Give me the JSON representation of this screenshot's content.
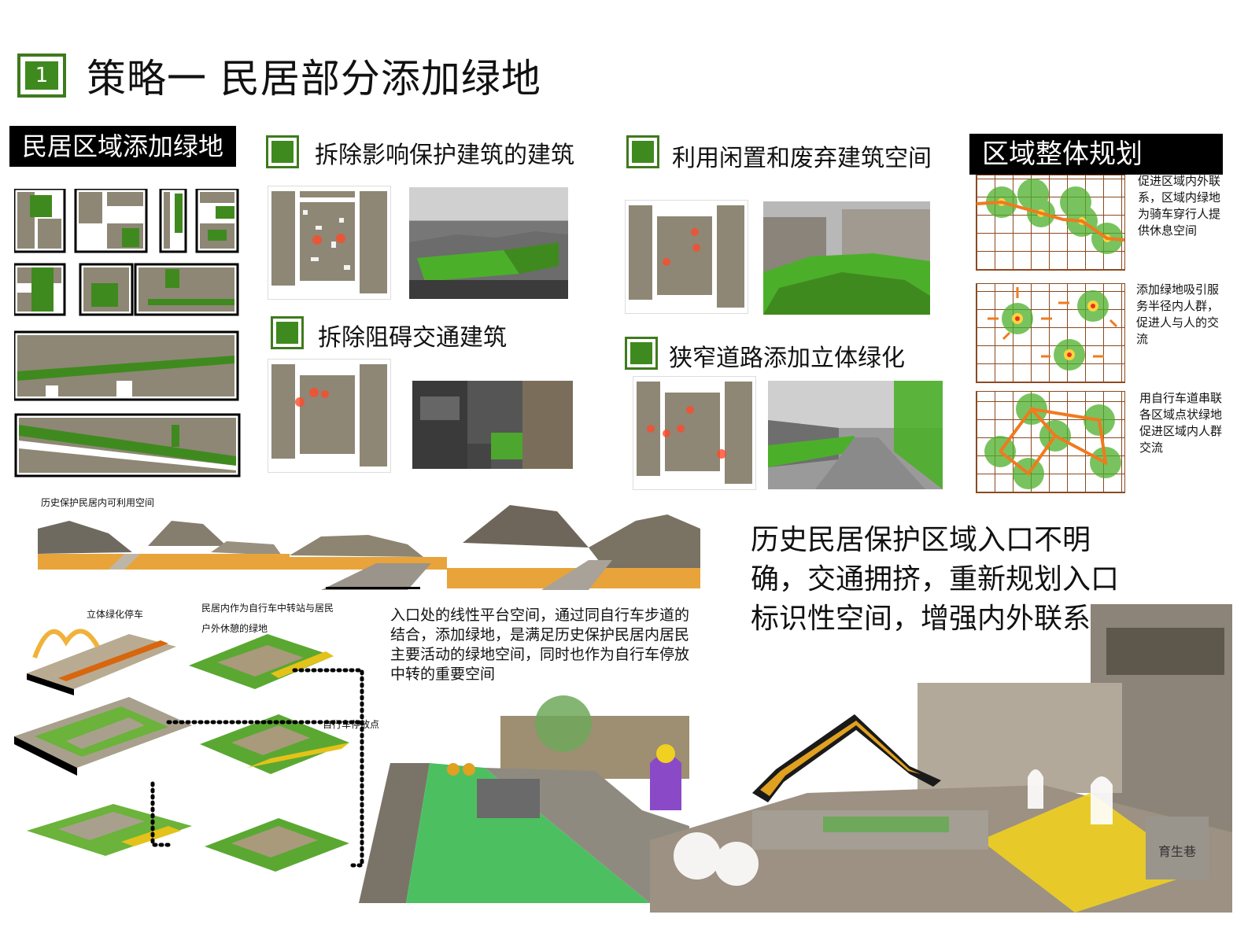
{
  "title": {
    "number": "1",
    "text": "策略一  民居部分添加绿地"
  },
  "sections": {
    "residential": "民居区域添加绿地",
    "demolish_protect": "拆除影响保护建筑的建筑",
    "demolish_traffic": "拆除阻碍交通建筑",
    "reuse_idle": "利用闲置和废弃建筑空间",
    "narrow_road": "狭窄道路添加立体绿化",
    "overall": "区域整体规划"
  },
  "planning_notes": [
    "促进区域内外联系，区域内绿地为骑车穿行人提供休息空间",
    "添加绿地吸引服务半径内人群，促进人与人的交流",
    "用自行车道串联各区域点状绿地促进区域内人群交流"
  ],
  "labels": {
    "usable_space": "历史保护民居内可利用空间",
    "vertical_parking": "立体绿化停车",
    "transfer_line1": "民居内作为自行车中转站与居民",
    "transfer_line2": "户外休憩的绿地",
    "bike_parking": "自行车停放点"
  },
  "platform_desc": "入口处的线性平台空间，通过同自行车步道的结合，添加绿地，是满足历史保护民居内居民主要活动的绿地空间，同时也作为自行车停放中转的重要空间",
  "entrance_desc": "历史民居保护区域入口不明确，交通拥挤，重新规划入口标识性空间，增强内外联系",
  "stone_text": "育生巷",
  "colors": {
    "green": "#3f8a1e",
    "grass": "#4caf2a",
    "building": "#8e8775",
    "orange": "#f07a1e",
    "soil": "#e8a43a"
  }
}
